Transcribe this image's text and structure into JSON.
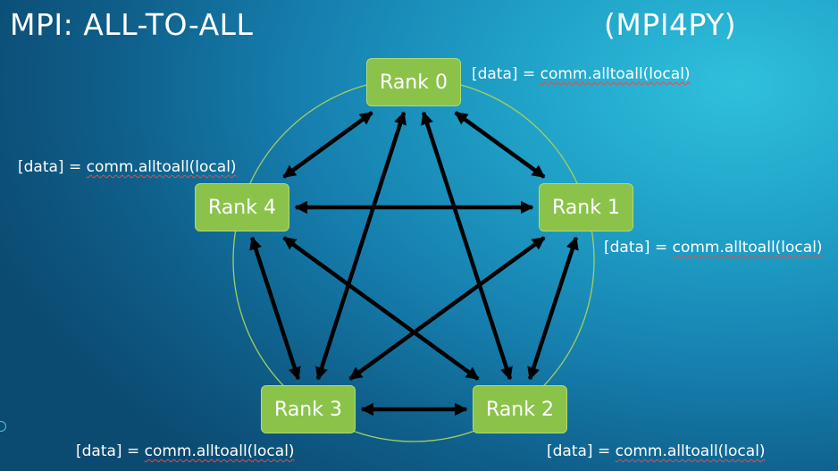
{
  "slide": {
    "title_left": "MPI: ALL-TO-ALL",
    "title_right": "(MPI4PY)"
  },
  "ranks": [
    {
      "id": "rank0",
      "label": "Rank 0"
    },
    {
      "id": "rank1",
      "label": "Rank 1"
    },
    {
      "id": "rank2",
      "label": "Rank 2"
    },
    {
      "id": "rank3",
      "label": "Rank 3"
    },
    {
      "id": "rank4",
      "label": "Rank 4"
    }
  ],
  "code_labels": [
    {
      "rank": "rank0",
      "prefix": "[data] = ",
      "call": "comm.alltoall(local)"
    },
    {
      "rank": "rank1",
      "prefix": "[data] = ",
      "call": "comm.alltoall(local)"
    },
    {
      "rank": "rank2",
      "prefix": "[data] = ",
      "call": "comm.alltoall(local)"
    },
    {
      "rank": "rank3",
      "prefix": "[data] = ",
      "call": "comm.alltoall(local)"
    },
    {
      "rank": "rank4",
      "prefix": "[data] = ",
      "call": "comm.alltoall(local)"
    }
  ],
  "connections": [
    [
      "rank0",
      "rank1"
    ],
    [
      "rank0",
      "rank2"
    ],
    [
      "rank0",
      "rank3"
    ],
    [
      "rank0",
      "rank4"
    ],
    [
      "rank1",
      "rank2"
    ],
    [
      "rank1",
      "rank3"
    ],
    [
      "rank1",
      "rank4"
    ],
    [
      "rank2",
      "rank3"
    ],
    [
      "rank2",
      "rank4"
    ],
    [
      "rank3",
      "rank4"
    ]
  ],
  "colors": {
    "rank_fill": "#8bc34a",
    "arrow": "#000000",
    "circle": "#8bc34a"
  }
}
